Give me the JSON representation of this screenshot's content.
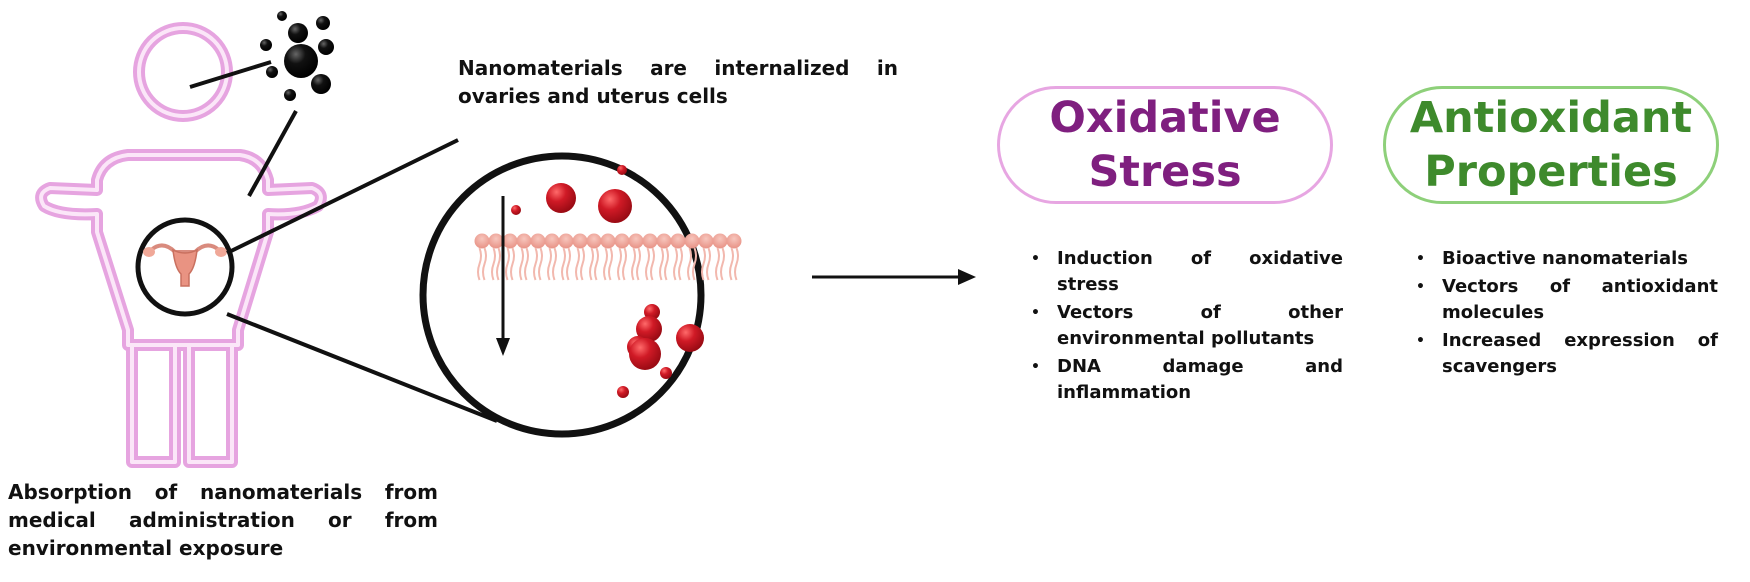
{
  "captions": {
    "absorption": "Absorption of nanomaterials from medical administration or from environmental exposure",
    "internalized": "Nanomaterials are internalized in ovaries and uterus cells"
  },
  "oxidative_stress": {
    "title": "Oxidative Stress",
    "items": [
      "Induction of oxidative stress",
      "Vectors of other environmental pollutants",
      "DNA damage and inflammation"
    ]
  },
  "antioxidant": {
    "title": "Antioxidant Properties",
    "items": [
      "Bioactive nanomaterials",
      "Vectors of antioxidant molecules",
      "Increased expression of scavengers"
    ]
  },
  "bullet_glyph": "•",
  "colors": {
    "figure_outline": "#e6a4e0",
    "stress_text": "#7f1f7f",
    "stress_border": "#e7a6e2",
    "antiox_text": "#3e8a2c",
    "antiox_border": "#8ed07a",
    "droplet": "#cc1020",
    "membrane": "#f2b8ae"
  },
  "icons": [
    "woman-figure-icon",
    "nanoparticle-cluster-icon",
    "uterus-icon",
    "cell-membrane-icon",
    "right-arrow-icon",
    "down-arrow-icon"
  ]
}
